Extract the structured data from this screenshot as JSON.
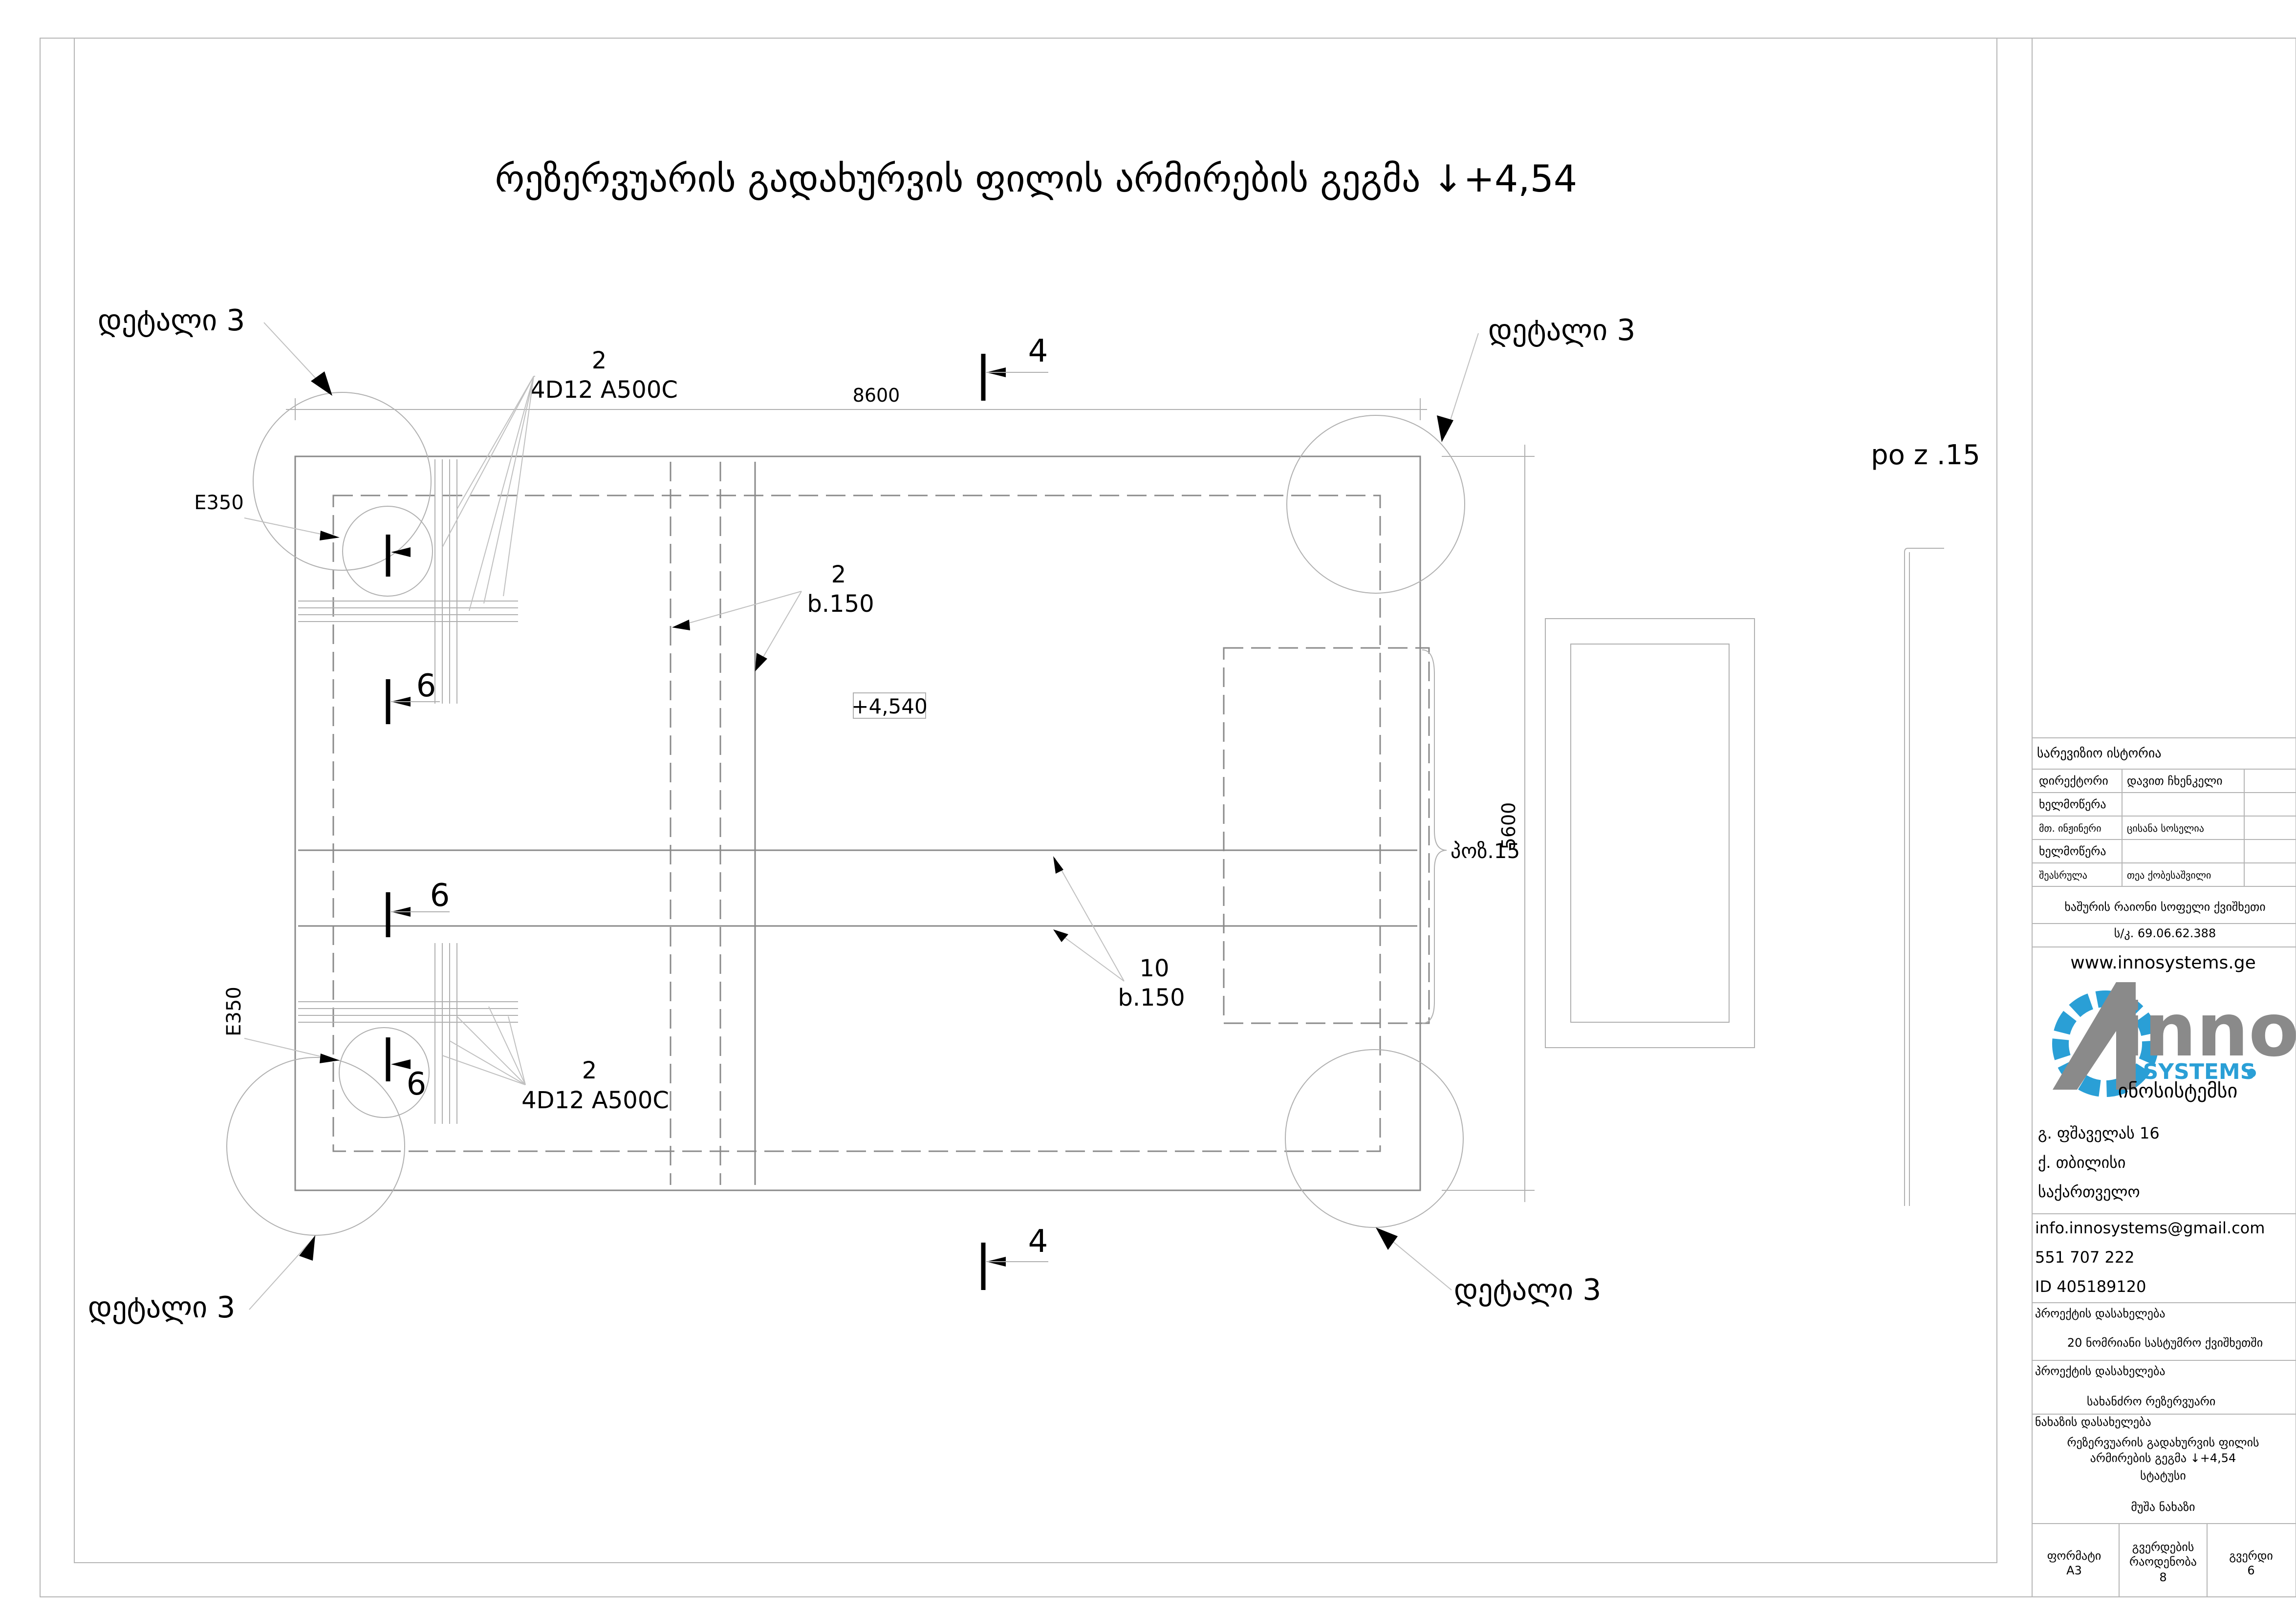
{
  "title": "რეზერვუარის გადახურვის ფილის არმირების გეგმა ↓+4,54",
  "labels": {
    "detail_tl": "დეტალი 3",
    "detail_tr": "დეტალი 3",
    "detail_bl": "დეტალი 3",
    "detail_br": "დეტალი 3",
    "section_top": "4",
    "section_bottom": "4",
    "section_left_1": "6",
    "section_left_2": "6",
    "section_left_3": "6",
    "rebar_top_num": "2",
    "rebar_top_spec": "4D12 A500C",
    "rebar_bottom_num": "2",
    "rebar_bottom_spec": "4D12 A500C",
    "rebar_mid_num": "2",
    "rebar_mid_spec": "b.150",
    "rebar_low_num": "10",
    "rebar_low_spec": "b.150",
    "dim_width": "8600",
    "dim_height": "5600",
    "elevation": "+4,540",
    "e350_top": "E350",
    "e350_left": "E350",
    "pos_right": "po z .15",
    "pos_inner": "პოზ.15"
  },
  "title_block": {
    "revision_history": "სარევიზიო ისტორია",
    "director_label": "დირექტორი",
    "director_name": "დავით ჩხენკელი",
    "signature_1": "ხელმოწერა",
    "chief_engineer_label": "მთ. ინჟინერი",
    "chief_engineer_name": "ცისანა სოსელია",
    "signature_2": "ხელმოწერა",
    "author_label": "შეასრულა",
    "author_name": "თეა ქობესაშვილი",
    "company": "ხაშურის რაიონი სოფელი ქვიშხეთი",
    "registry": "ს/კ. 69.06.62.388",
    "website": "www.innosystems.ge",
    "logo_main": "inno",
    "logo_sub": "SYSTEMS",
    "logo_geo": "ინოსისტემსი",
    "address_1": "გ. ფშაველას 16",
    "address_2": "ქ. თბილისი",
    "address_3": "საქართველო",
    "email": "info.innosystems@gmail.com",
    "phone": "551 707 222",
    "id": "ID 405189120",
    "project_label_1": "პროექტის დასახელება",
    "project_name_1": "20 ნომრიანი სასტუმრო ქვიშხეთში",
    "project_label_2": "პროექტის დასახელება",
    "project_name_2": "სახანძრო რეზერვუარი",
    "drawing_label": "ნახაზის დასახელება",
    "drawing_name_1": "რეზერვუარის გადახურვის ფილის",
    "drawing_name_2": "არმირების გეგმა ↓+4,54",
    "status_label": "სტატუსი",
    "status_value": "მუშა ნახაზი",
    "format_label": "ფორმატი",
    "format_value": "A3",
    "pages_label_1": "გვერდების",
    "pages_label_2": "რაოდენობა",
    "pages_value": "8",
    "page_label": "გვერდი",
    "page_value": "6"
  },
  "colors": {
    "logo_blue": "#2a9fd6",
    "logo_gray": "#8a8a8a"
  }
}
